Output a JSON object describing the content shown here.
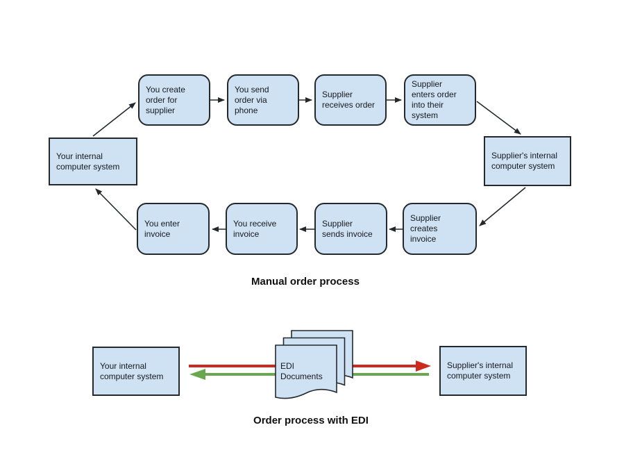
{
  "colors": {
    "box_fill": "#cfe2f3",
    "box_border": "#23282d",
    "arrow_black": "#23282d",
    "red_arrow": "#cc2a1f",
    "green_arrow": "#6aa84f"
  },
  "manual_process": {
    "title": "Manual order process",
    "left_system": {
      "label": "Your internal\ncomputer system"
    },
    "right_system": {
      "label": "Supplier's internal\ncomputer system"
    },
    "top_steps": [
      {
        "label": "You create\norder for\nsupplier"
      },
      {
        "label": "You send\norder via\nphone"
      },
      {
        "label": "Supplier\nreceives order"
      },
      {
        "label": "Supplier\nenters order\ninto their\nsystem"
      }
    ],
    "bottom_steps": [
      {
        "label": "Supplier\ncreates\ninvoice"
      },
      {
        "label": "Supplier\nsends invoice"
      },
      {
        "label": "You receive\ninvoice"
      },
      {
        "label": "You enter\ninvoice"
      }
    ]
  },
  "edi_process": {
    "title": "Order process with EDI",
    "left_system": {
      "label": "Your internal\ncomputer system"
    },
    "right_system": {
      "label": "Supplier's internal\ncomputer system"
    },
    "documents_label": "EDI\nDocuments"
  }
}
